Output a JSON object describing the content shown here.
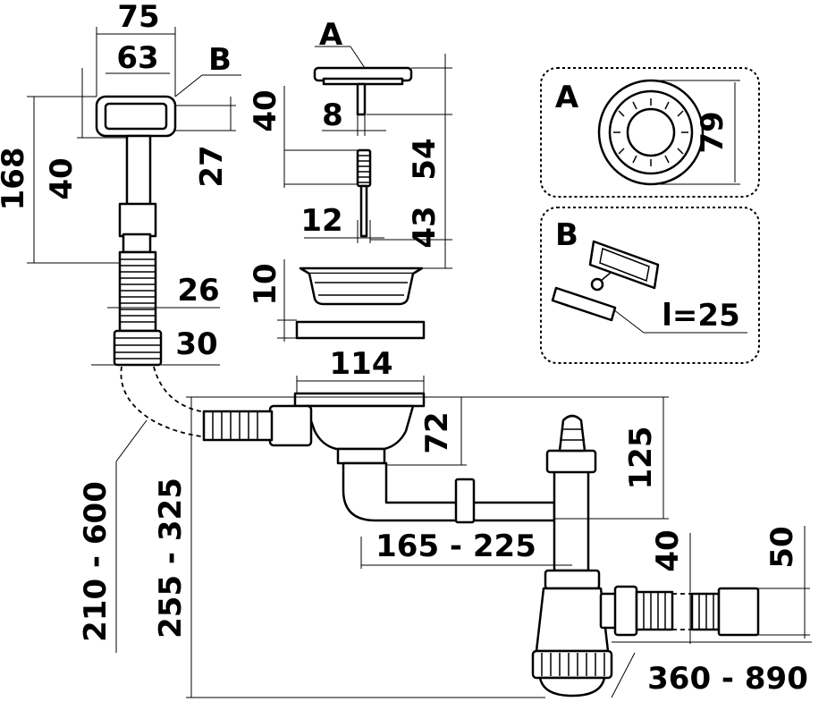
{
  "labels": {
    "overflow_width_outer": "75",
    "overflow_width_inner": "63",
    "overflow_total_height": "168",
    "overflow_left_40": "40",
    "overflow_right_27": "27",
    "overflow_hose_26": "26",
    "overflow_hose_30": "30",
    "callout_a_top": "A",
    "callout_b_top": "B",
    "plug_height_40": "40",
    "plug_stem_8": "8",
    "plug_right_54": "54",
    "screw_12": "12",
    "screw_43": "43",
    "strainer_10": "10",
    "strainer_114": "114",
    "trap_72": "72",
    "trap_125": "125",
    "range_210_600": "210 - 600",
    "range_255_325": "255 - 325",
    "range_165_225": "165 - 225",
    "outlet_40": "40",
    "outlet_50": "50",
    "range_360_890": "360 - 890",
    "detail_a_letter": "A",
    "detail_a_79": "79",
    "detail_b_letter": "B",
    "detail_b_length": "l=25"
  }
}
